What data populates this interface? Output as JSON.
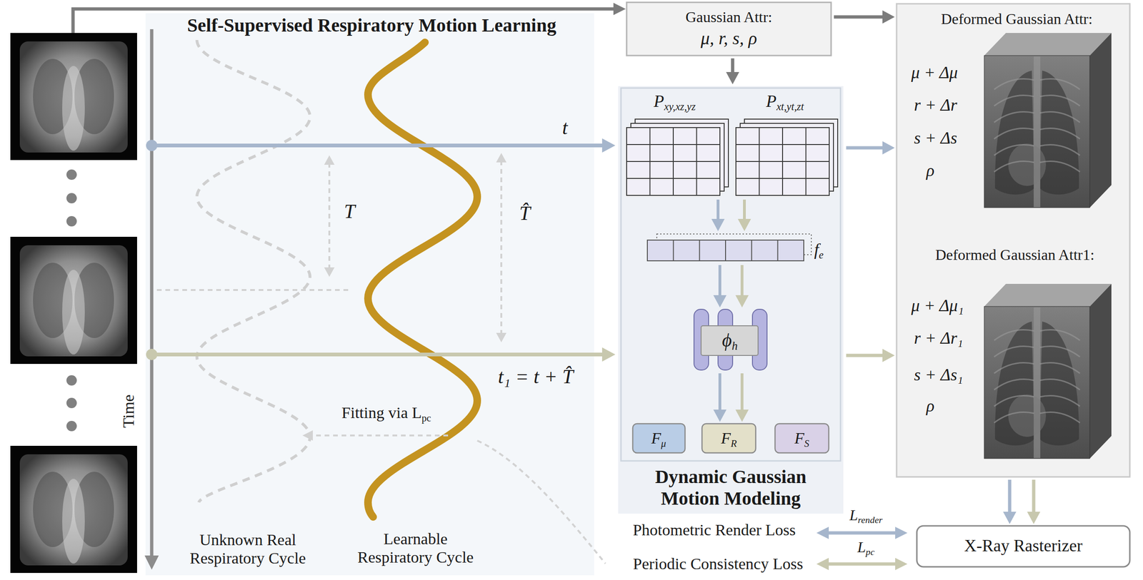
{
  "diagram": {
    "nodes": [
      {
        "text": [
          "Self-Supervised Respiratory Motion Learning"
        ]
      },
      {
        "text": [
          "Gaussian Attr:",
          "μ, r, s, ρ"
        ]
      },
      {
        "text": [
          "Dynamic Gaussian Motion Modeling"
        ]
      },
      {
        "text": [
          "Pxy,xz,yz"
        ],
        "in": 2
      },
      {
        "text": [
          "Pxt,yt,zt"
        ],
        "in": 2
      },
      {
        "text": [
          "fe"
        ],
        "in": 2
      },
      {
        "text": [
          "ϕh"
        ],
        "in": 2
      },
      {
        "text": [
          "Fμ"
        ],
        "in": 2
      },
      {
        "text": [
          "FR"
        ],
        "in": 2
      },
      {
        "text": [
          "FS"
        ],
        "in": 2
      },
      {
        "text": [
          "Deformed Gaussian Attr:",
          "μ + Δμ",
          "r + Δr",
          "s + Δs",
          "ρ",
          "Deformed Gaussian Attr1:",
          "μ + Δμ₁",
          "r + Δr₁",
          "s + Δs₁",
          "ρ"
        ]
      },
      {
        "text": [
          "X-Ray Rasterizer"
        ]
      }
    ],
    "edges": [
      {
        "from": 1,
        "to": 10,
        "arrow": "to"
      },
      {
        "from": 1,
        "to": 2,
        "arrow": "to"
      },
      {
        "from": 2,
        "to": 10,
        "arrow": "to"
      },
      {
        "from": 2,
        "to": 10,
        "arrow": "to"
      },
      {
        "from": 10,
        "to": 11,
        "arrow": "to"
      },
      {
        "from": 10,
        "to": 11,
        "arrow": "to"
      },
      {
        "from": 3,
        "to": 5,
        "arrow": "to"
      },
      {
        "from": 4,
        "to": 5,
        "arrow": "to"
      },
      {
        "from": 5,
        "to": 6,
        "arrow": "to"
      },
      {
        "from": 5,
        "to": 6,
        "arrow": "to"
      },
      {
        "from": 6,
        "to": 8,
        "arrow": "to"
      },
      {
        "from": 6,
        "to": 8,
        "arrow": "to"
      }
    ],
    "labels": [
      "Time",
      "t",
      "T",
      "T̂",
      "t₁ = t + T̂",
      "Fitting via Lpc",
      "Unknown Real Respiratory Cycle",
      "Learnable Respiratory Cycle",
      "Photometric Render Loss",
      "Lrender",
      "Periodic Consistency Loss",
      "Lpc"
    ]
  }
}
